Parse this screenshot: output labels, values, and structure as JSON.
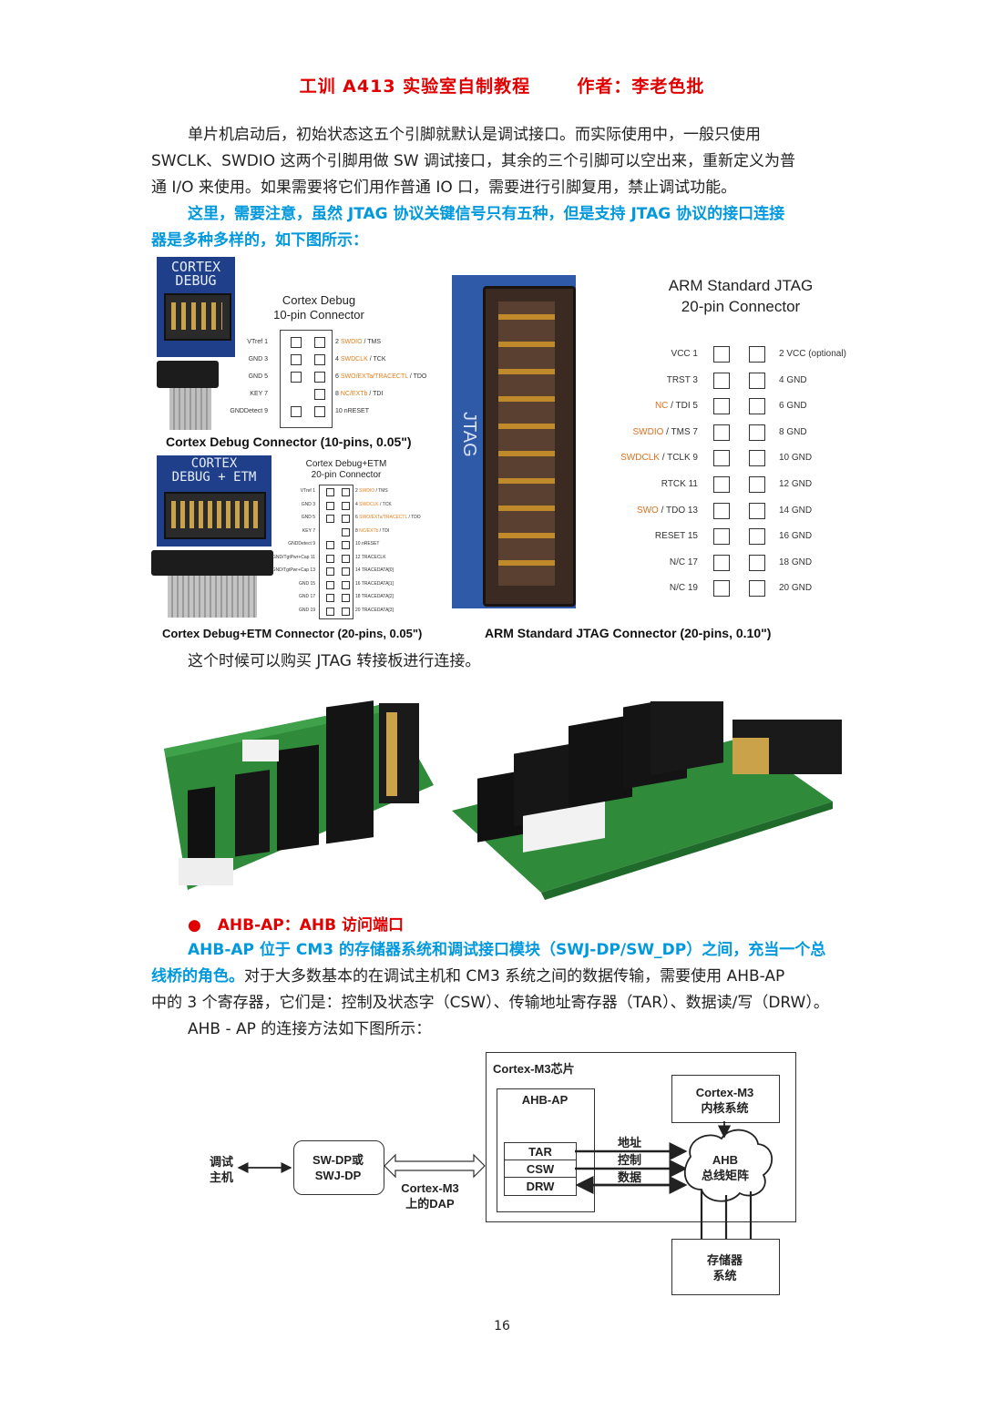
{
  "header": {
    "title": "工训 A413 实验室自制教程",
    "author": "作者：李老色批"
  },
  "para1": {
    "line1": "单片机启动后，初始状态这五个引脚就默认是调试接口。而实际使用中，一般只使用",
    "line2": "SWCLK、SWDIO 这两个引脚用做 SW 调试接口，其余的三个引脚可以空出来，重新定义为普",
    "line3": "通 I/O 来使用。如果需要将它们用作普通 IO 口，需要进行引脚复用，禁止调试功能。"
  },
  "para2": {
    "line1": "这里，需要注意，虽然 JTAG 协议关键信号只有五种，但是支持 JTAG 协议的接口连接",
    "line2": "器是多种多样的，如下图所示："
  },
  "fig1": {
    "badge1": [
      "CORTEX",
      "DEBUG"
    ],
    "title10": [
      "Cortex Debug",
      "10-pin Connector"
    ],
    "left10": [
      "VTref  1",
      "GND  3",
      "GND  5",
      "KEY  7",
      "GNDDetect  9"
    ],
    "right10": [
      {
        "num": "2",
        "sig": "SWDIO",
        "rest": " / TMS"
      },
      {
        "num": "4",
        "sig": "SWDCLK",
        "rest": " / TCK"
      },
      {
        "num": "6",
        "sig": "SWO/EXTa/TRACECTL",
        "rest": " / TDO"
      },
      {
        "num": "8",
        "sig": "NC/EXTb",
        "rest": " / TDI"
      },
      {
        "num": "10",
        "sig": "",
        "rest": "nRESET"
      }
    ],
    "cap10": "Cortex Debug Connector (10-pins, 0.05\")",
    "badge2": [
      "CORTEX",
      "DEBUG + ETM"
    ],
    "title20": [
      "Cortex Debug+ETM",
      "20-pin Connector"
    ],
    "left20": [
      "VTref  1",
      "GND  3",
      "GND  5",
      "KEY  7",
      "GNDDetect  9",
      "GND/TgtPwr+Cap  11",
      "GND/TgtPwr+Cap  13",
      "GND  15",
      "GND  17",
      "GND  19"
    ],
    "right20": [
      {
        "num": "2",
        "sig": "SWDIO",
        "rest": " / TMS"
      },
      {
        "num": "4",
        "sig": "SWDCLK",
        "rest": " / TCK"
      },
      {
        "num": "6",
        "sig": "SWO/EXTa/TRACECTL",
        "rest": " / TDO"
      },
      {
        "num": "8",
        "sig": "NC/EXTb",
        "rest": " / TDI"
      },
      {
        "num": "10",
        "sig": "",
        "rest": "nRESET"
      },
      {
        "num": "12",
        "sig": "",
        "rest": "TRACECLK"
      },
      {
        "num": "14",
        "sig": "",
        "rest": "TRACEDATA[0]"
      },
      {
        "num": "16",
        "sig": "",
        "rest": "TRACEDATA[1]"
      },
      {
        "num": "18",
        "sig": "",
        "rest": "TRACEDATA[2]"
      },
      {
        "num": "20",
        "sig": "",
        "rest": "TRACEDATA[3]"
      }
    ],
    "cap20": "Cortex Debug+ETM Connector (20-pins, 0.05\")",
    "jtag_label": "JTAG",
    "jtag_title": [
      "ARM Standard JTAG",
      "20-pin Connector"
    ],
    "jtag_left": [
      {
        "sig": "",
        "rest": "VCC",
        "num": "1"
      },
      {
        "sig": "",
        "rest": "TRST",
        "num": "3"
      },
      {
        "sig": "NC",
        "rest": " / TDI",
        "num": "5"
      },
      {
        "sig": "SWDIO",
        "rest": " / TMS",
        "num": "7"
      },
      {
        "sig": "SWDCLK",
        "rest": " / TCLK",
        "num": "9"
      },
      {
        "sig": "",
        "rest": "RTCK",
        "num": "11"
      },
      {
        "sig": "SWO",
        "rest": " / TDO",
        "num": "13"
      },
      {
        "sig": "",
        "rest": "RESET",
        "num": "15"
      },
      {
        "sig": "",
        "rest": "N/C",
        "num": "17"
      },
      {
        "sig": "",
        "rest": "N/C",
        "num": "19"
      }
    ],
    "jtag_right": [
      "2  VCC (optional)",
      "4  GND",
      "6  GND",
      "8  GND",
      "10  GND",
      "12  GND",
      "14  GND",
      "16  GND",
      "18  GND",
      "20  GND"
    ],
    "cap_jtag": "ARM Standard JTAG Connector (20-pins, 0.10\")"
  },
  "para3": "这个时候可以购买 JTAG 转接板进行连接。",
  "section": {
    "bullet": "●",
    "title": "AHB-AP：AHB 访问端口"
  },
  "para4": {
    "line1_blue": "AHB-AP 位于 CM3 的存储器系统和调试接口模块（SWJ-DP/SW_DP）之间，充当一个总",
    "line2_blue": "线桥的角色。",
    "line2_rest": "对于大多数基本的在调试主机和 CM3 系统之间的数据传输，需要使用 AHB-AP",
    "line3": "中的 3 个寄存器，它们是：控制及状态字（CSW）、传输地址寄存器（TAR）、数据读/写（DRW）。",
    "line4": "AHB - AP 的连接方法如下图所示："
  },
  "diagram": {
    "chip": "Cortex-M3芯片",
    "ahbap": "AHB-AP",
    "core": [
      "Cortex-M3",
      "内核系统"
    ],
    "host": [
      "调试",
      "主机"
    ],
    "swdp": [
      "SW-DP或",
      "SWJ-DP"
    ],
    "dap": [
      "Cortex-M3",
      "上的DAP"
    ],
    "regs": [
      "TAR",
      "CSW",
      "DRW"
    ],
    "signals": [
      "地址",
      "控制",
      "数据"
    ],
    "matrix": [
      "AHB",
      "总线矩阵"
    ],
    "memory": [
      "存储器",
      "系统"
    ]
  },
  "page_number": "16"
}
